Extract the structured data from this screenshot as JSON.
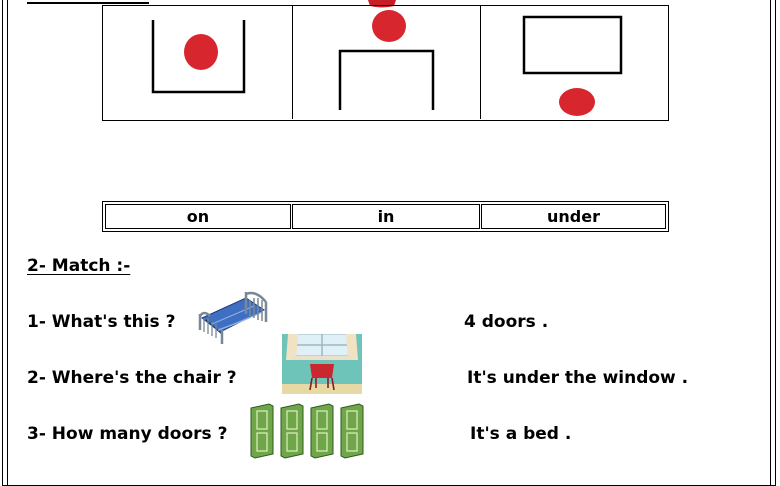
{
  "prepositions": [
    "on",
    "in",
    "under"
  ],
  "section": {
    "heading": "2- Match :-"
  },
  "match": {
    "questions": [
      {
        "text": "1- What's this ?",
        "picture_icon": "bed-icon"
      },
      {
        "text": "2- Where's the chair ?",
        "picture_icon": "chair-under-window-icon"
      },
      {
        "text": "3- How many doors ?",
        "picture_icon": "doors-icon"
      }
    ],
    "answers": [
      "4 doors .",
      "It's under the window .",
      "It's a bed ."
    ]
  },
  "colors": {
    "ball": "#d7262e",
    "bed_blanket": "#3f6fc2",
    "door": "#6fa64a",
    "wall": "#6ec4b8",
    "chair": "#c8282e"
  }
}
